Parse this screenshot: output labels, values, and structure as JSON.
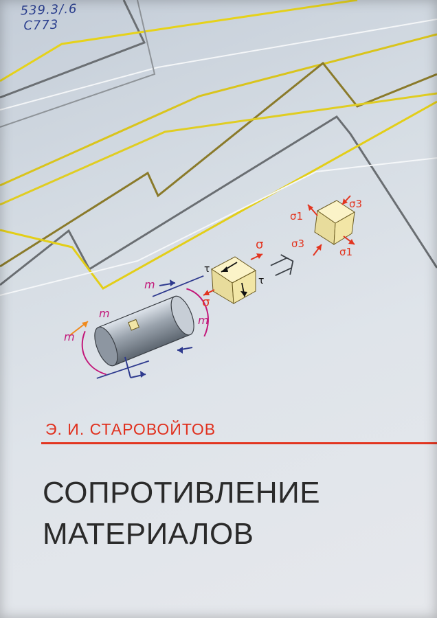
{
  "catalog_mark": {
    "line1": "539.3/.6",
    "line2": "С773"
  },
  "author": "Э. И. СТАРОВОЙТОВ",
  "title": {
    "line1": "СОПРОТИВЛЕНИЕ",
    "line2": "МАТЕРИАЛОВ"
  },
  "figure_labels": {
    "moment": "m",
    "tau": "τ",
    "sigma": "σ",
    "sigma1": "σ1",
    "sigma3": "σ3"
  },
  "colors": {
    "accent_red": "#e23520",
    "title": "#2a2a2a",
    "stamp_ink": "#2b3f8e",
    "line_yellow": "#e6d21a",
    "line_gray": "#6b6f73",
    "line_olive": "#8a7a2a",
    "cube_fill": "#f2e6a6"
  }
}
